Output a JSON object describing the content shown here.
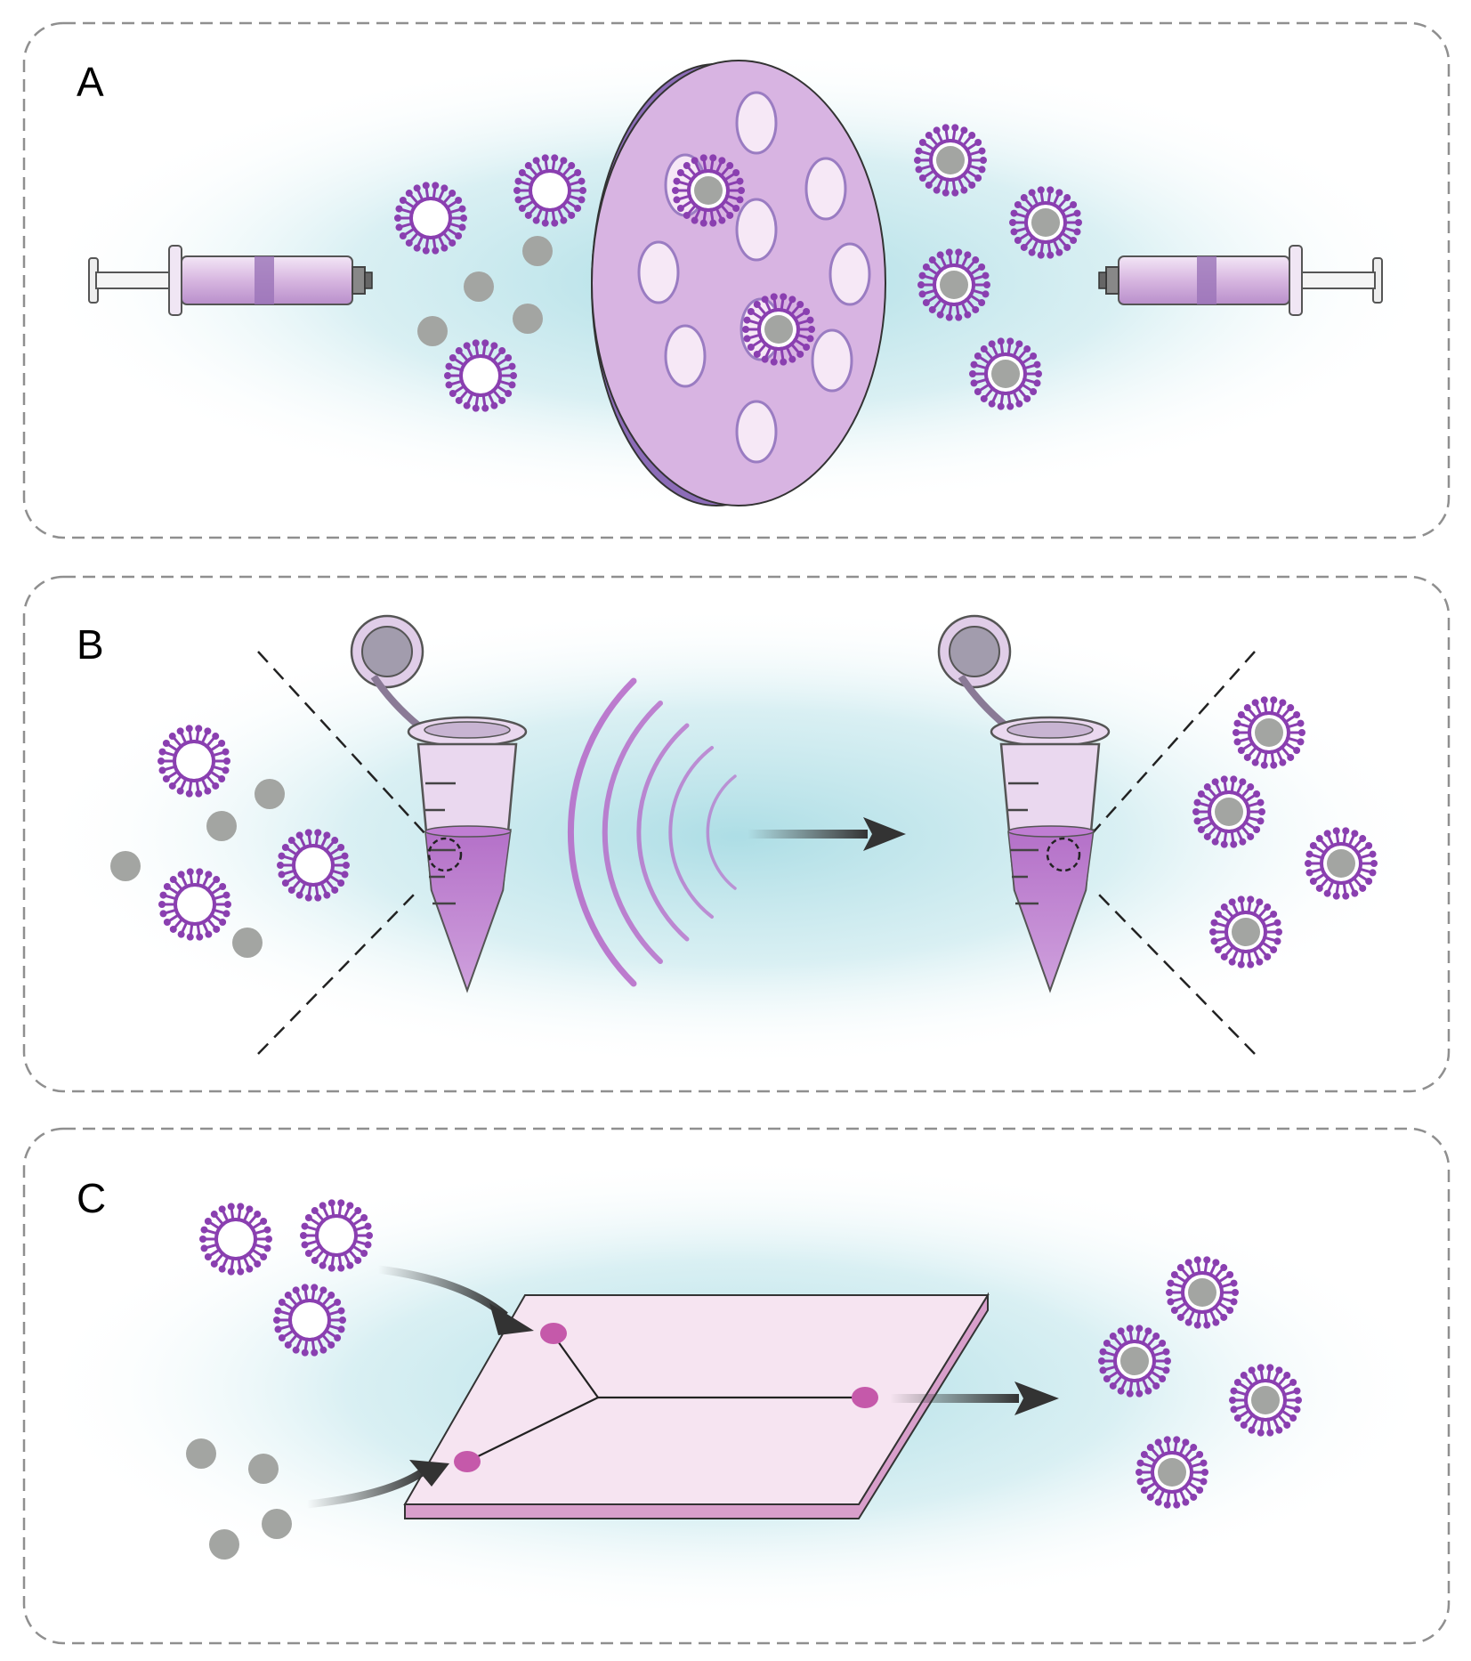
{
  "panels": [
    {
      "label": "A",
      "method": "extrusion"
    },
    {
      "label": "B",
      "method": "sonication"
    },
    {
      "label": "C",
      "method": "microfluidics"
    }
  ],
  "colors": {
    "lipid_purple": "#8a3fb0",
    "membrane_fill": "#d8b4e2",
    "membrane_dark": "#8c6cb8",
    "core_grey": "#a3a5a2",
    "glow_cyan": "#a9dce4",
    "panel_border": "#8f8f8f",
    "chip_pink": "#f6e4f1",
    "chip_edge": "#d89fcb",
    "inlet_magenta": "#c559aa",
    "tube_purple": "#a85cc1",
    "arrow_dark": "#333333"
  },
  "icons": {
    "empty_vesicle": "empty-liposome-icon",
    "coated_core": "coated-nanoparticle-icon",
    "bare_core": "bare-nanoparticle-icon",
    "syringe": "syringe-icon",
    "membrane": "porous-membrane-icon",
    "tube": "microcentrifuge-tube-icon",
    "waves": "ultrasound-waves-icon",
    "chip": "microfluidic-chip-icon",
    "arrow": "process-arrow-icon"
  }
}
